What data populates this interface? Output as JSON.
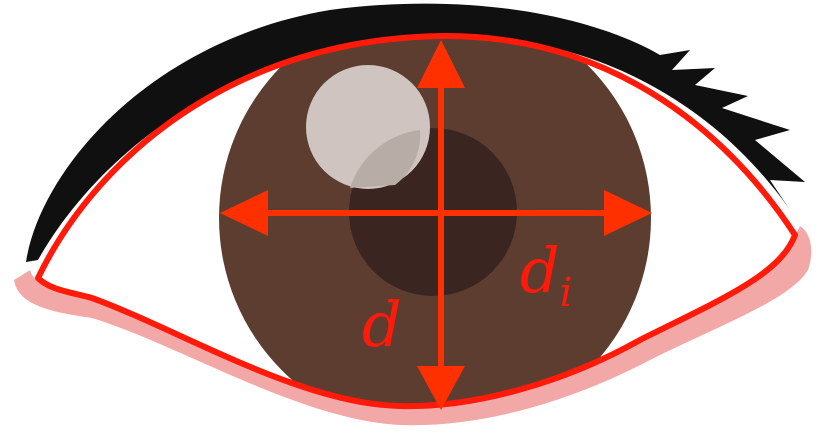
{
  "labels": {
    "vertical": "d",
    "horizontal_main": "d",
    "horizontal_sub": "i"
  },
  "colors": {
    "outline": "#ff1a0a",
    "arrow": "#ff3000",
    "label": "#ff1a0a",
    "iris": "#5c3d30",
    "pupil": "#3b2520",
    "highlight": "#cfc4c0",
    "lash": "#101010",
    "lid_shadow": "#f3a8a8",
    "sclera": "#ffffff"
  }
}
